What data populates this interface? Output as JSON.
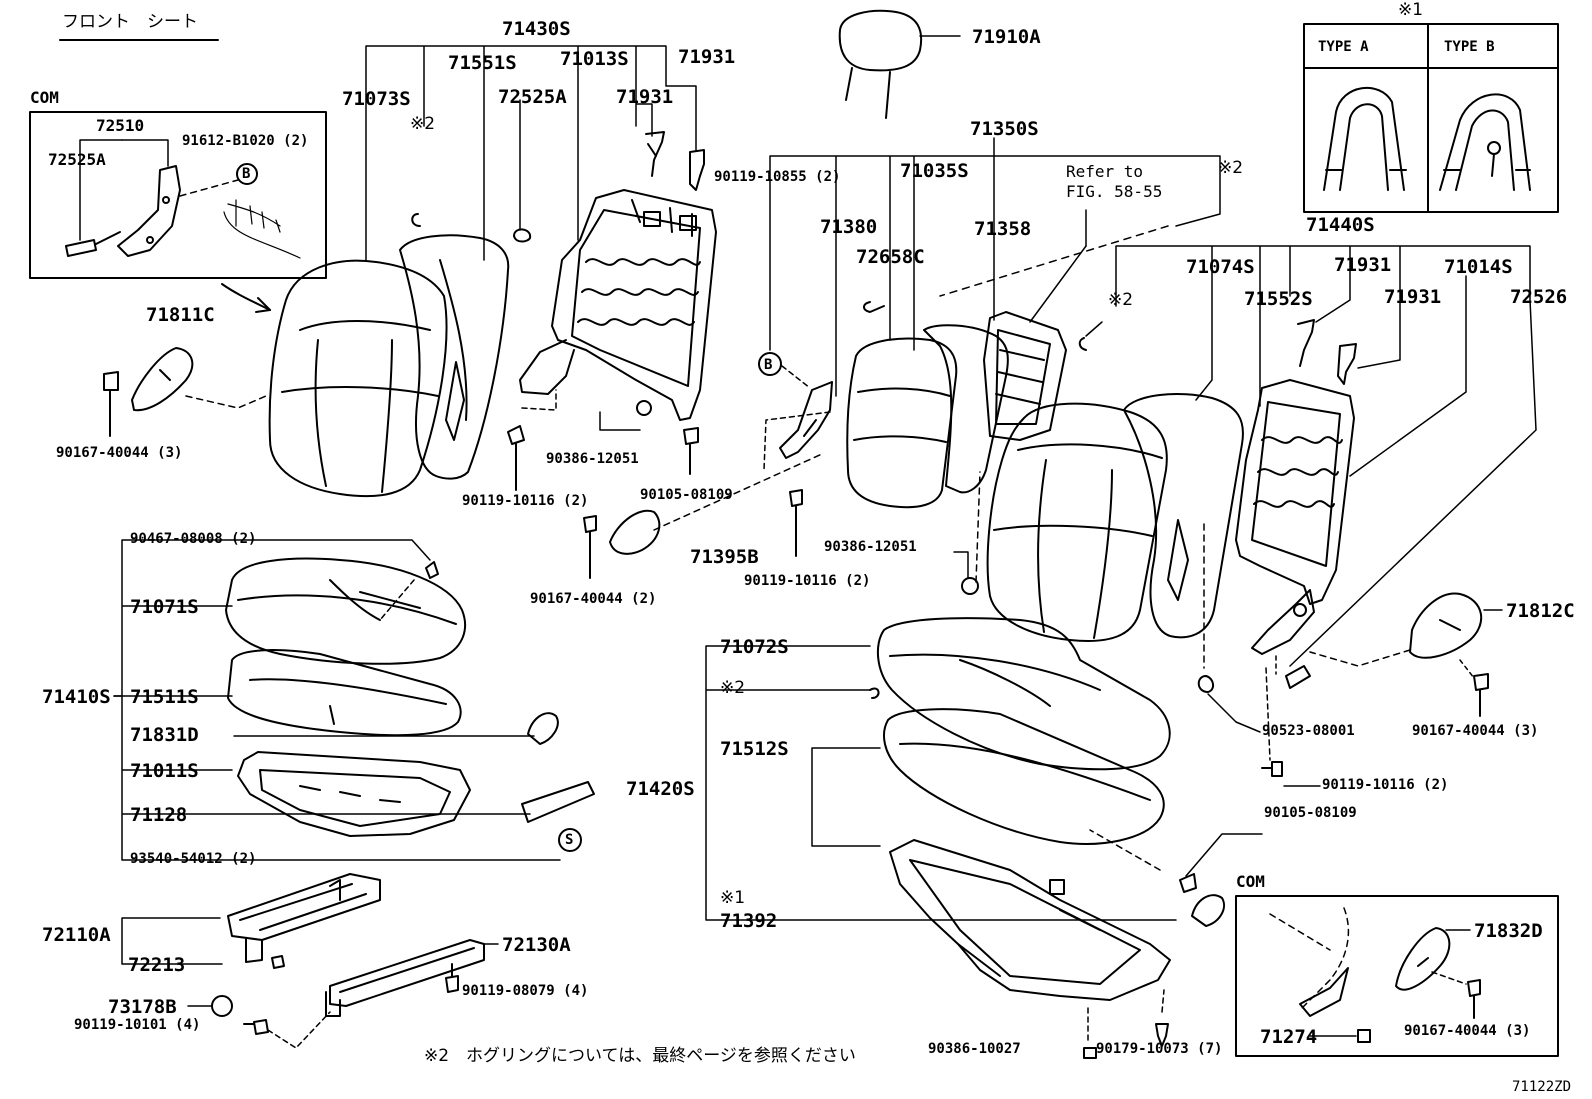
{
  "header": {
    "title": "フロント　シート",
    "diagram_code": "71122ZD"
  },
  "footnote": "※2　ホグリングについては、最終ページを参照ください",
  "inset_com_left": {
    "title": "COM",
    "labels": [
      "72510",
      "72525A",
      "91612-B1020 (2)",
      "B"
    ]
  },
  "inset_type": {
    "mark": "※1",
    "type_a": "TYPE A",
    "type_b": "TYPE B"
  },
  "inset_com_right": {
    "title": "COM",
    "labels": [
      "71832D",
      "71274",
      "90167-40044 (3)"
    ]
  },
  "parts": {
    "p71430S": "71430S",
    "p71073S": "71073S",
    "p71551S": "71551S",
    "p71013S": "71013S",
    "p71931a": "71931",
    "p71931b": "71931",
    "p72525A": "72525A",
    "p_mark2a": "※2",
    "p90119_10855": "90119-10855 (2)",
    "p71811C": "71811C",
    "p90167_40044a": "90167-40044 (3)",
    "p90386_12051a": "90386-12051",
    "p90119_10116a": "90119-10116 (2)",
    "p90105_08109a": "90105-08109",
    "p71910A": "71910A",
    "p71350S": "71350S",
    "p71035S": "71035S",
    "p71380": "71380",
    "p72658C": "72658C",
    "p71358": "71358",
    "p_refer": "Refer to",
    "p_fig": "FIG. 58-55",
    "p_mark2b": "※2",
    "p71440S": "71440S",
    "p71074S": "71074S",
    "p71931c": "71931",
    "p71014S": "71014S",
    "p_mark2c": "※2",
    "p71552S": "71552S",
    "p71931d": "71931",
    "p72526": "72526",
    "p90467_08008": "90467-08008 (2)",
    "p71071S": "71071S",
    "p71410S": "71410S",
    "p71511S": "71511S",
    "p71831D": "71831D",
    "p71011S": "71011S",
    "p71128": "71128",
    "p93540_54012": "93540-54012 (2)",
    "p_S": "S",
    "p71395B": "71395B",
    "p90167_40044b": "90167-40044 (2)",
    "p90119_10116b": "90119-10116 (2)",
    "p90386_12051b": "90386-12051",
    "p71812C": "71812C",
    "p90167_40044c": "90167-40044 (3)",
    "p90523_08001": "90523-08001",
    "p90119_10116c": "90119-10116 (2)",
    "p90105_08109b": "90105-08109",
    "p71072S": "71072S",
    "p_mark2d": "※2",
    "p71512S": "71512S",
    "p71420S": "71420S",
    "p_mark1": "※1",
    "p71392": "71392",
    "p72110A": "72110A",
    "p72213": "72213",
    "p72130A": "72130A",
    "p73178B": "73178B",
    "p90119_08079": "90119-08079 (4)",
    "p90119_10101": "90119-10101 (4)",
    "p90386_10027": "90386-10027",
    "p90179_10073": "90179-10073 (7)",
    "p_B2": "B"
  }
}
